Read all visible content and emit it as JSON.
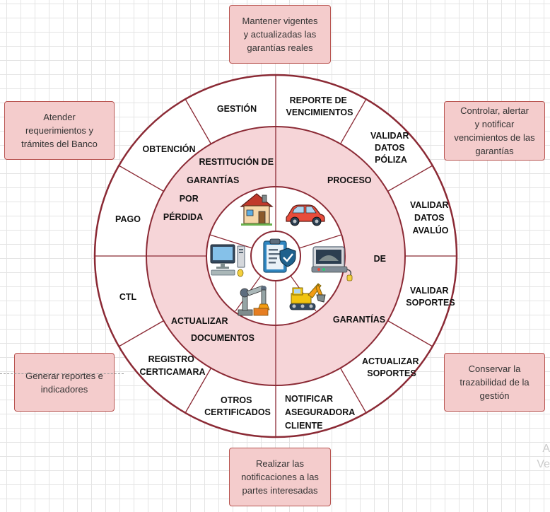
{
  "notes": {
    "top": "Mantener vigentes\ny actualizadas las\ngarantías reales",
    "top_left": "Atender\nrequerimientos y\ntrámites del Banco",
    "top_right": "Controlar, alertar\ny notificar\nvencimientos de las\ngarantías",
    "bottom_left": "Generar reportes e\nindicadores",
    "bottom_right": "Conservar la\ntrazabilidad de la\ngestión",
    "bottom": "Realizar las\nnotificaciones a las\npartes interesadas"
  },
  "outer_ring": {
    "gestion": "GESTIÓN",
    "reporte": [
      "REPORTE DE",
      "VENCIMIENTOS"
    ],
    "validar_poliza": [
      "VALIDAR",
      "DATOS",
      "PÓLIZA"
    ],
    "validar_avaluo": [
      "VALIDAR",
      "DATOS",
      "AVALÚO"
    ],
    "validar_soportes": [
      "VALIDAR",
      "SOPORTES"
    ],
    "actualizar_soportes": [
      "ACTUALIZAR",
      "SOPORTES"
    ],
    "notificar": [
      "NOTIFICAR",
      "ASEGURADORA",
      "CLIENTE"
    ],
    "otros": [
      "OTROS",
      "CERTIFICADOS"
    ],
    "registro": [
      "REGISTRO",
      "CERTICAMARA"
    ],
    "ctl": "CTL",
    "pago": "PAGO",
    "obtencion": "OBTENCIÓN"
  },
  "middle_ring": {
    "restitucion": [
      "RESTITUCIÓN DE",
      "GARANTÍAS",
      "POR",
      "PÉRDIDA"
    ],
    "proceso": [
      "PROCESO",
      "DE",
      "GARANTÍAS"
    ],
    "actualizar": [
      "ACTUALIZAR",
      "DOCUMENTOS"
    ]
  },
  "icons": [
    "house-icon",
    "car-icon",
    "computer-icon",
    "clipboard-shield-icon",
    "scanner-icon",
    "robot-arm-icon",
    "excavator-icon"
  ],
  "watermark": [
    "A",
    "Ve"
  ],
  "colors": {
    "note_fill": "#f4cccc",
    "note_border": "#b85450",
    "ring_stroke": "#8b2a35",
    "pink_fill": "#f6d5d8",
    "center_fill": "#ffffff"
  }
}
